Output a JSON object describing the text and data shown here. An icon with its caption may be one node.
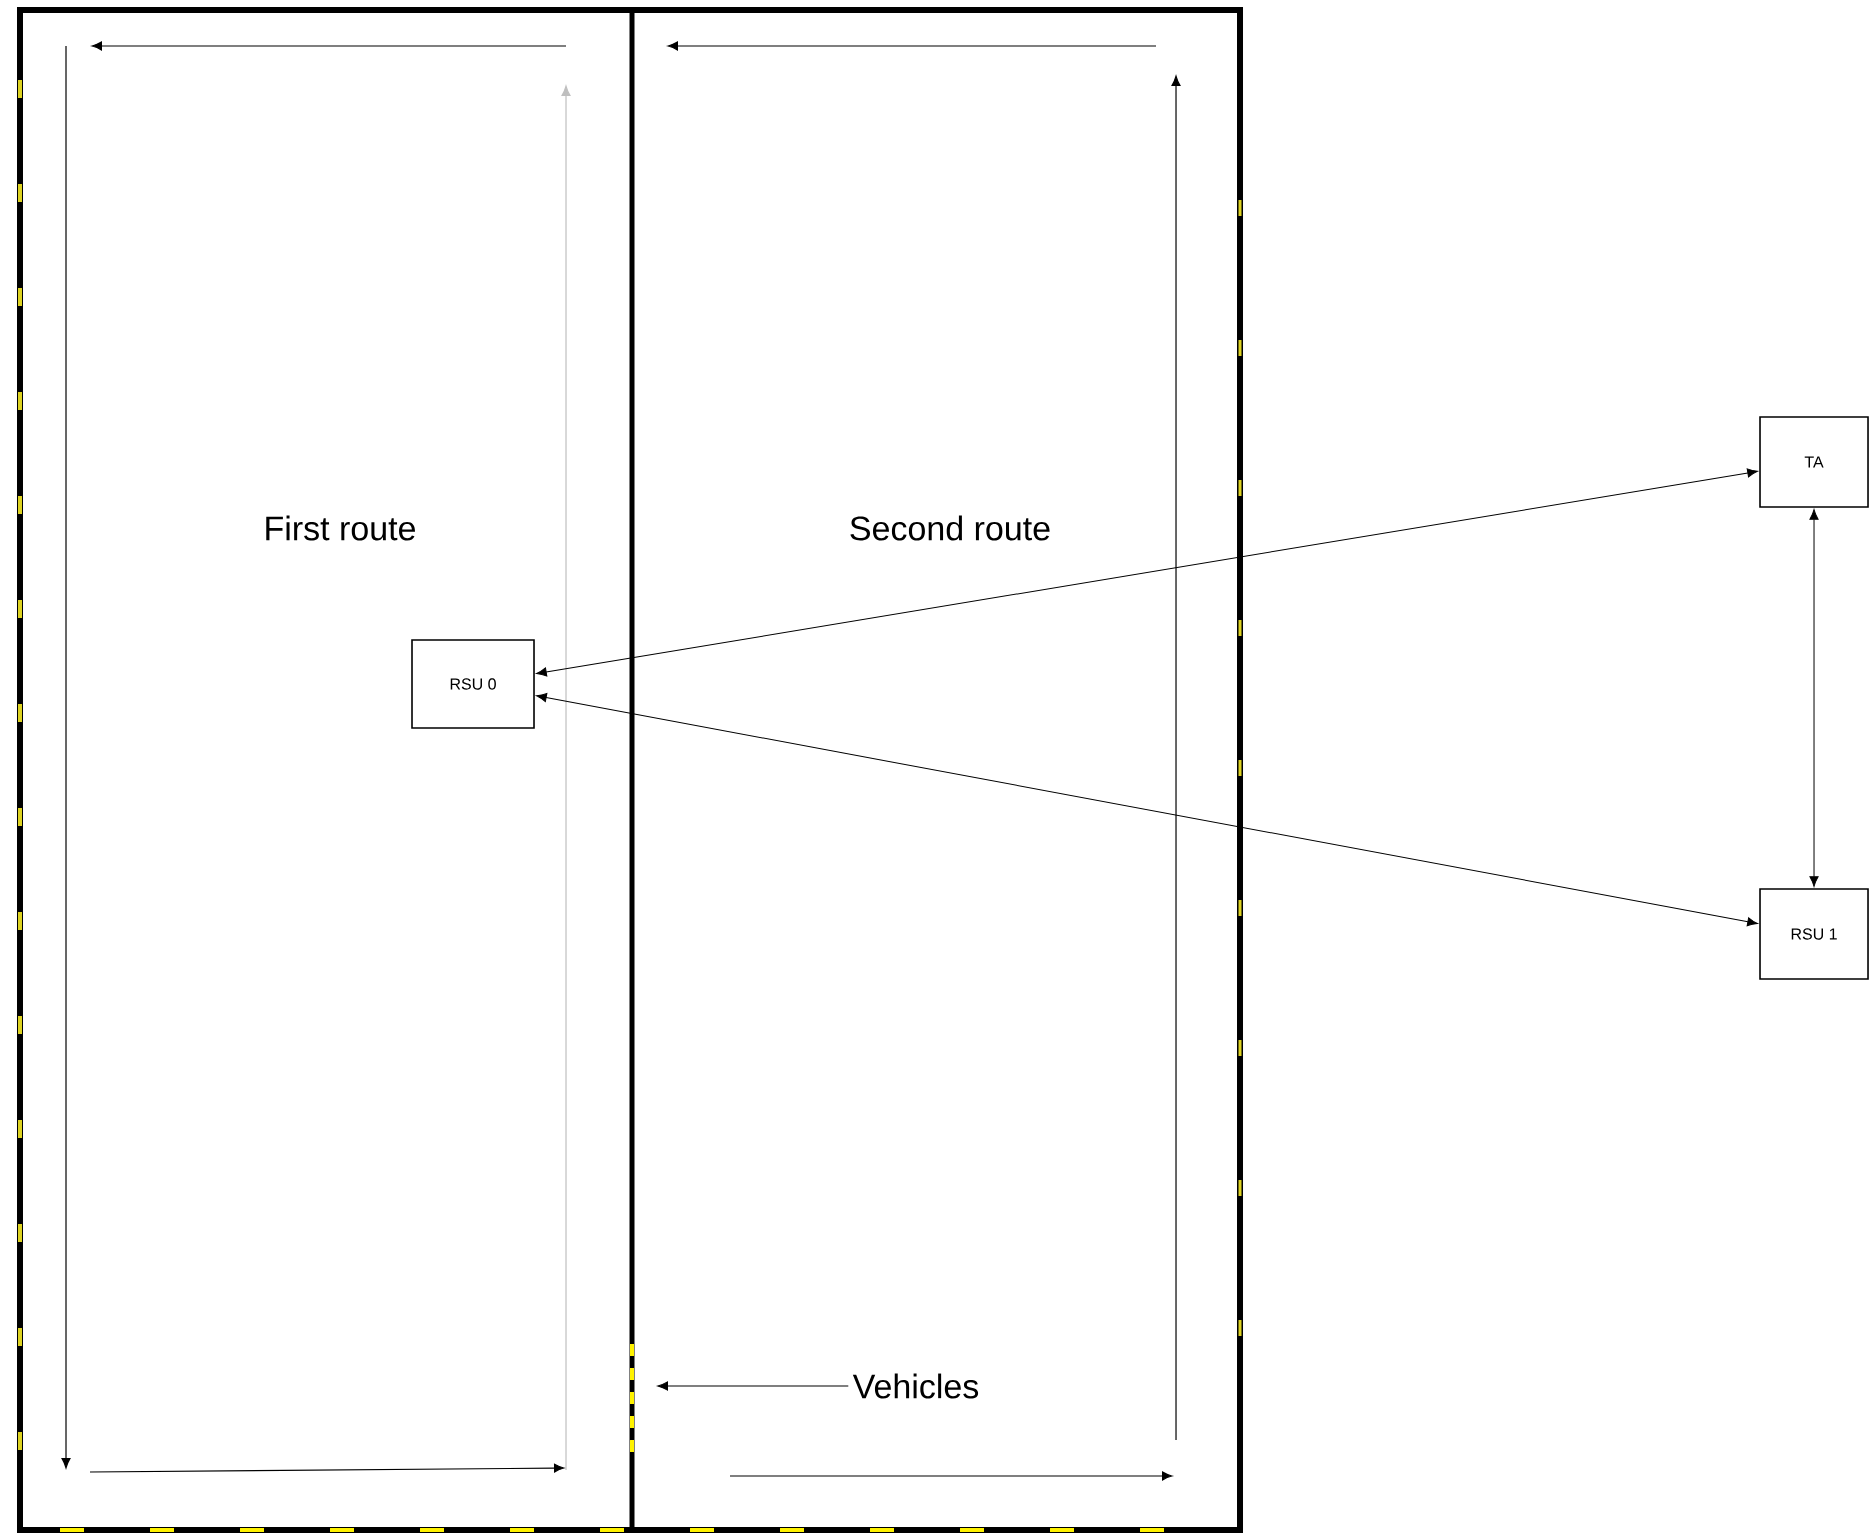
{
  "diagram": {
    "nodes": [
      {
        "text": [
          "RSU 0"
        ]
      },
      {
        "text": [
          "TA"
        ]
      },
      {
        "text": [
          "RSU 1"
        ]
      },
      {
        "text": [
          "Vehicles"
        ]
      }
    ],
    "edges": [
      {
        "from": 0,
        "to": 1,
        "arrow": "both"
      },
      {
        "from": 0,
        "to": 2,
        "arrow": "both"
      },
      {
        "from": 1,
        "to": 2,
        "arrow": "both"
      },
      {
        "from": 3,
        "to": null,
        "arrow": "to"
      }
    ],
    "labels": [
      "First route",
      "Second route"
    ]
  }
}
